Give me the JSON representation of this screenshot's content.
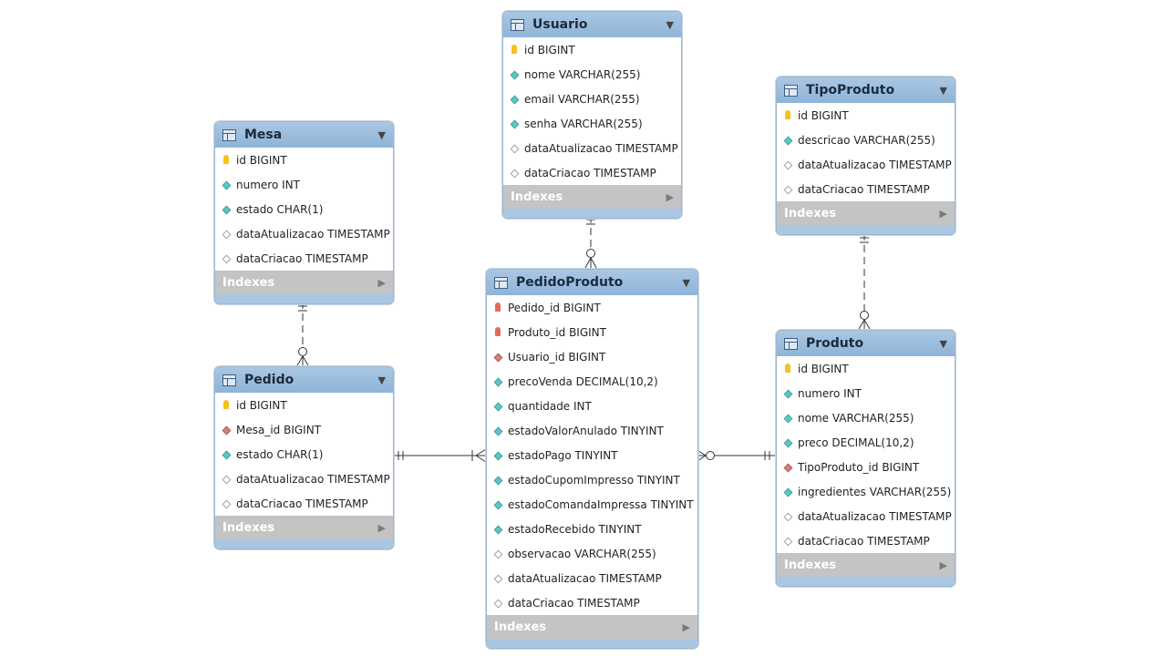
{
  "indexes_label": "Indexes",
  "tables": {
    "usuario": {
      "name": "Usuario",
      "columns": [
        {
          "text": "id BIGINT",
          "kind": "pk"
        },
        {
          "text": "nome VARCHAR(255)",
          "kind": "nn"
        },
        {
          "text": "email VARCHAR(255)",
          "kind": "nn"
        },
        {
          "text": "senha VARCHAR(255)",
          "kind": "nn"
        },
        {
          "text": "dataAtualizacao TIMESTAMP",
          "kind": "null"
        },
        {
          "text": "dataCriacao TIMESTAMP",
          "kind": "null"
        }
      ]
    },
    "tipoproduto": {
      "name": "TipoProduto",
      "columns": [
        {
          "text": "id BIGINT",
          "kind": "pk"
        },
        {
          "text": "descricao VARCHAR(255)",
          "kind": "nn"
        },
        {
          "text": "dataAtualizacao TIMESTAMP",
          "kind": "null"
        },
        {
          "text": "dataCriacao TIMESTAMP",
          "kind": "null"
        }
      ]
    },
    "mesa": {
      "name": "Mesa",
      "columns": [
        {
          "text": "id BIGINT",
          "kind": "pk"
        },
        {
          "text": "numero INT",
          "kind": "nn"
        },
        {
          "text": "estado CHAR(1)",
          "kind": "nn"
        },
        {
          "text": "dataAtualizacao TIMESTAMP",
          "kind": "null"
        },
        {
          "text": "dataCriacao TIMESTAMP",
          "kind": "null"
        }
      ]
    },
    "pedidoproduto": {
      "name": "PedidoProduto",
      "columns": [
        {
          "text": "Pedido_id BIGINT",
          "kind": "pkfk"
        },
        {
          "text": "Produto_id BIGINT",
          "kind": "pkfk"
        },
        {
          "text": "Usuario_id BIGINT",
          "kind": "fk"
        },
        {
          "text": "precoVenda DECIMAL(10,2)",
          "kind": "nn"
        },
        {
          "text": "quantidade INT",
          "kind": "nn"
        },
        {
          "text": "estadoValorAnulado TINYINT",
          "kind": "nn"
        },
        {
          "text": "estadoPago TINYINT",
          "kind": "nn"
        },
        {
          "text": "estadoCupomImpresso TINYINT",
          "kind": "nn"
        },
        {
          "text": "estadoComandaImpressa TINYINT",
          "kind": "nn"
        },
        {
          "text": "estadoRecebido TINYINT",
          "kind": "nn"
        },
        {
          "text": "observacao VARCHAR(255)",
          "kind": "null"
        },
        {
          "text": "dataAtualizacao TIMESTAMP",
          "kind": "null"
        },
        {
          "text": "dataCriacao TIMESTAMP",
          "kind": "null"
        }
      ]
    },
    "pedido": {
      "name": "Pedido",
      "columns": [
        {
          "text": "id BIGINT",
          "kind": "pk"
        },
        {
          "text": "Mesa_id BIGINT",
          "kind": "fk"
        },
        {
          "text": "estado CHAR(1)",
          "kind": "nn"
        },
        {
          "text": "dataAtualizacao TIMESTAMP",
          "kind": "null"
        },
        {
          "text": "dataCriacao TIMESTAMP",
          "kind": "null"
        }
      ]
    },
    "produto": {
      "name": "Produto",
      "columns": [
        {
          "text": "id BIGINT",
          "kind": "pk"
        },
        {
          "text": "numero INT",
          "kind": "nn"
        },
        {
          "text": "nome VARCHAR(255)",
          "kind": "nn"
        },
        {
          "text": "preco DECIMAL(10,2)",
          "kind": "nn"
        },
        {
          "text": "TipoProduto_id BIGINT",
          "kind": "fk"
        },
        {
          "text": "ingredientes VARCHAR(255)",
          "kind": "nn"
        },
        {
          "text": "dataAtualizacao TIMESTAMP",
          "kind": "null"
        },
        {
          "text": "dataCriacao TIMESTAMP",
          "kind": "null"
        }
      ]
    }
  },
  "relationships": [
    {
      "from": "Usuario",
      "to": "PedidoProduto",
      "cardinality": "one-to-many",
      "style": "dashed"
    },
    {
      "from": "TipoProduto",
      "to": "Produto",
      "cardinality": "one-to-many",
      "style": "dashed"
    },
    {
      "from": "Mesa",
      "to": "Pedido",
      "cardinality": "one-to-many",
      "style": "dashed"
    },
    {
      "from": "Pedido",
      "to": "PedidoProduto",
      "cardinality": "one-to-many",
      "style": "solid"
    },
    {
      "from": "Produto",
      "to": "PedidoProduto",
      "cardinality": "one-to-many",
      "style": "solid"
    }
  ]
}
